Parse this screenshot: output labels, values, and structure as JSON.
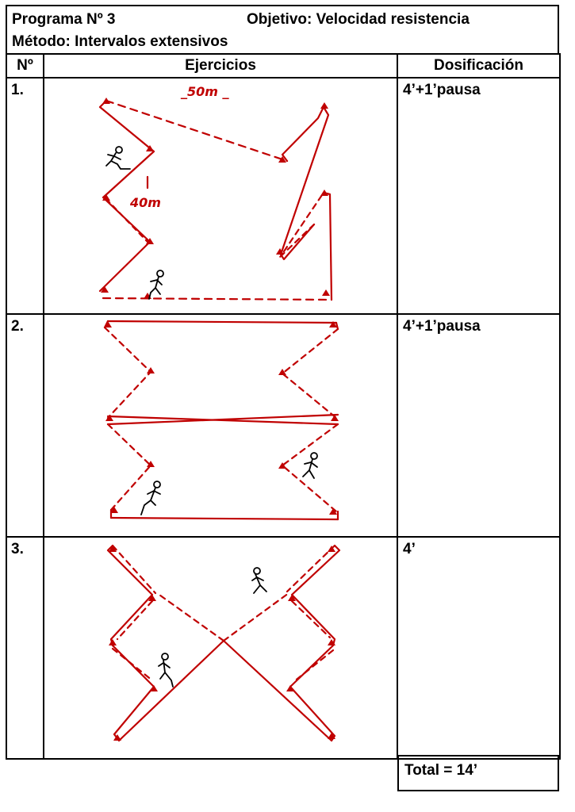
{
  "header": {
    "program": "Programa Nº 3",
    "objective": "Objetivo: Velocidad resistencia",
    "method": "Método: Intervalos extensivos"
  },
  "columns": {
    "number": "Nº",
    "exercises": "Ejercicios",
    "dosage": "Dosificación"
  },
  "rows": [
    {
      "number": "1.",
      "dosage": "4’+1’pausa",
      "annotations": {
        "distance_top": "_50m _",
        "distance_side": "40m"
      }
    },
    {
      "number": "2.",
      "dosage": "4’+1’pausa"
    },
    {
      "number": "3.",
      "dosage": "4’"
    }
  ],
  "total": "Total = 14’",
  "colors": {
    "drawing": "#c00000",
    "runner": "#000000",
    "border": "#000000"
  },
  "icons": [
    "cone-icon",
    "runner-icon"
  ]
}
